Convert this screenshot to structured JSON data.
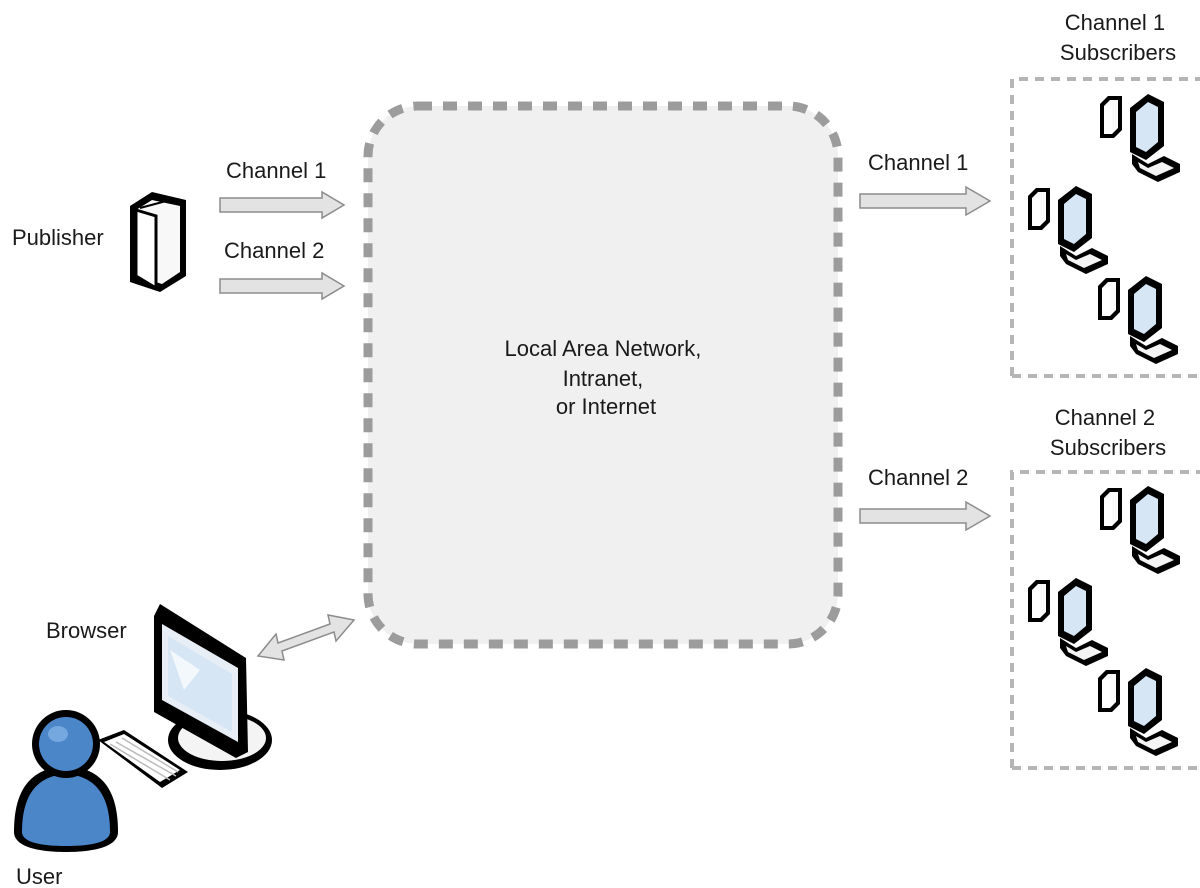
{
  "publisher": {
    "label": "Publisher",
    "icon": "server-icon"
  },
  "publisher_channels": [
    {
      "label": "Channel 1"
    },
    {
      "label": "Channel 2"
    }
  ],
  "network": {
    "lines": [
      "Local Area Network,",
      "Intranet,",
      "or Internet"
    ]
  },
  "outgoing_channels": [
    {
      "label": "Channel 1"
    },
    {
      "label": "Channel 2"
    }
  ],
  "subscriber_groups": [
    {
      "title_lines": [
        "Channel 1",
        "Subscribers"
      ],
      "workstation_count": 3,
      "icon": "workstation-icon"
    },
    {
      "title_lines": [
        "Channel 2",
        "Subscribers"
      ],
      "workstation_count": 3,
      "icon": "workstation-icon"
    }
  ],
  "browser": {
    "label": "Browser",
    "icon": "monitor-icon"
  },
  "user": {
    "label": "User",
    "icon": "user-icon"
  },
  "colors": {
    "arrow_fill": "#e3e3e3",
    "arrow_stroke": "#8c8c8c",
    "cloud_fill": "#f0f0f0",
    "cloud_dash": "#9c9c9c",
    "box_dash": "#b5b5b5",
    "screen": "#d6e6f5",
    "user_body": "#4a86c8"
  }
}
